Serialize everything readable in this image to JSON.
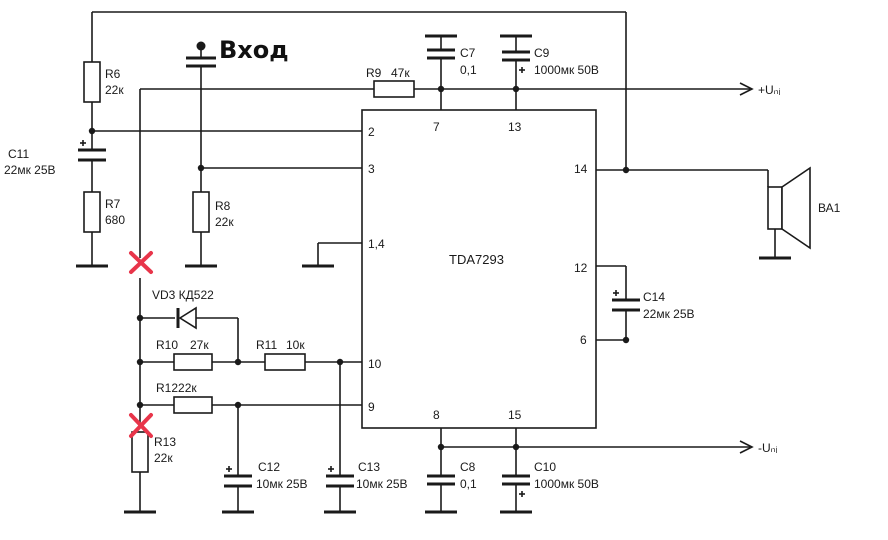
{
  "input_label": "Вход",
  "chip": {
    "name": "TDA7293"
  },
  "pins": {
    "p2": "2",
    "p3": "3",
    "p14_left": "1,4",
    "p10": "10",
    "p9": "9",
    "p7": "7",
    "p13": "13",
    "p14": "14",
    "p12": "12",
    "p6": "6",
    "p8": "8",
    "p15": "15"
  },
  "components": {
    "R6": {
      "name": "R6",
      "value": "22к"
    },
    "R7": {
      "name": "R7",
      "value": "680"
    },
    "R8": {
      "name": "R8",
      "value": "22к"
    },
    "R9": {
      "name": "R9",
      "value": "47к"
    },
    "R10": {
      "name": "R10",
      "value": "27к"
    },
    "R11": {
      "name": "R11",
      "value": "10к"
    },
    "R12": {
      "name": "R1222к"
    },
    "R13": {
      "name": "R13",
      "value": "22к"
    },
    "C7": {
      "name": "C7",
      "value": "0,1"
    },
    "C8": {
      "name": "C8",
      "value": "0,1"
    },
    "C9": {
      "name": "C9",
      "value": "1000мк 50В"
    },
    "C10": {
      "name": "C10",
      "value": "1000мк 50В"
    },
    "C11": {
      "name": "C11",
      "value": "22мк 25В"
    },
    "C12": {
      "name": "C12",
      "value": "10мк 25В"
    },
    "C13": {
      "name": "C13",
      "value": "10мк 25В"
    },
    "C14": {
      "name": "C14",
      "value": "22мк 25В"
    },
    "VD3": {
      "name": "VD3 КД522"
    },
    "BA1": {
      "name": "ВА1"
    }
  },
  "rails": {
    "plus": "+Uₙᵢ",
    "minus": "-Uₙᵢ"
  },
  "marks": {
    "cross_color": "#e8354a"
  }
}
